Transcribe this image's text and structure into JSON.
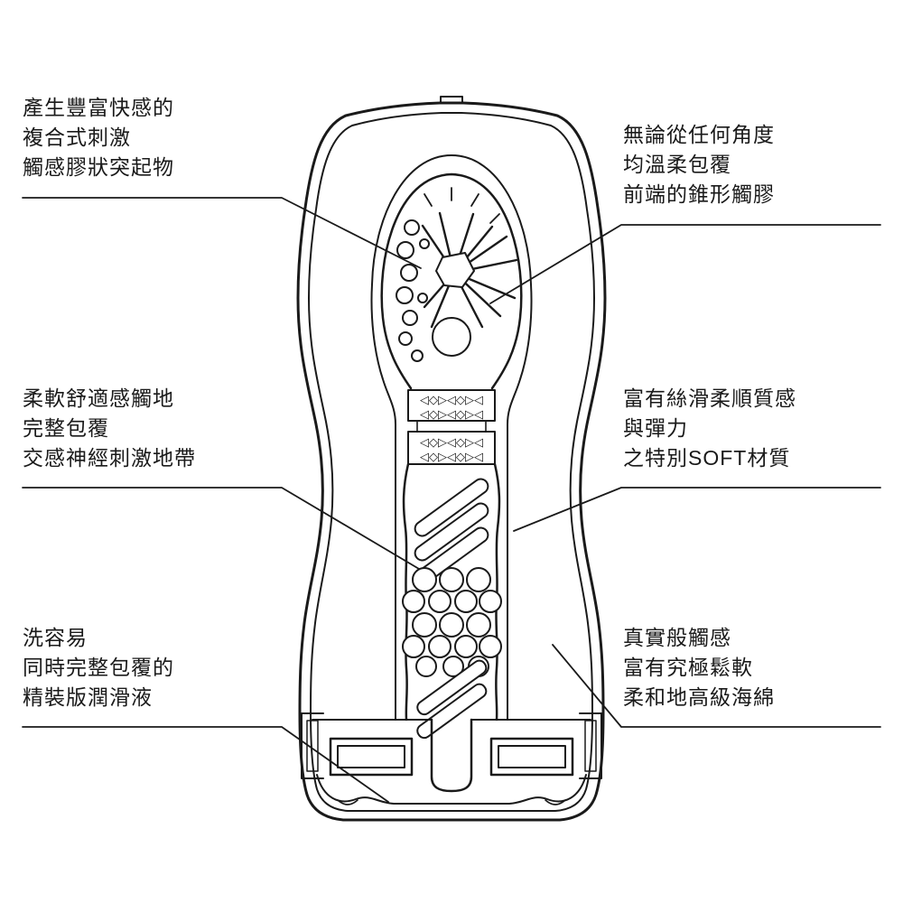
{
  "labels": {
    "top_left": {
      "lines": [
        "產生豐富快感的",
        "複合式刺激",
        "觸感膠狀突起物"
      ]
    },
    "top_right": {
      "lines": [
        "無論從任何角度",
        "均溫柔包覆",
        "前端的錐形觸膠"
      ]
    },
    "mid_left": {
      "lines": [
        "柔軟舒適感觸地",
        "完整包覆",
        "交感神經刺激地帶"
      ]
    },
    "mid_right": {
      "lines": [
        "富有絲滑柔順質感",
        "與彈力",
        "之特別SOFT材質"
      ]
    },
    "bottom_left": {
      "lines": [
        "洗容易",
        "同時完整包覆的",
        "精裝版潤滑液"
      ]
    },
    "bottom_right": {
      "lines": [
        "真實般觸感",
        "富有究極鬆軟",
        "柔和地高級海綿"
      ]
    }
  },
  "textures": {
    "rib_row": "◁◇▷◁◇▷◁"
  },
  "colors": {
    "line": "#1a1a1a",
    "background": "#ffffff",
    "text": "#1a1a1a"
  }
}
